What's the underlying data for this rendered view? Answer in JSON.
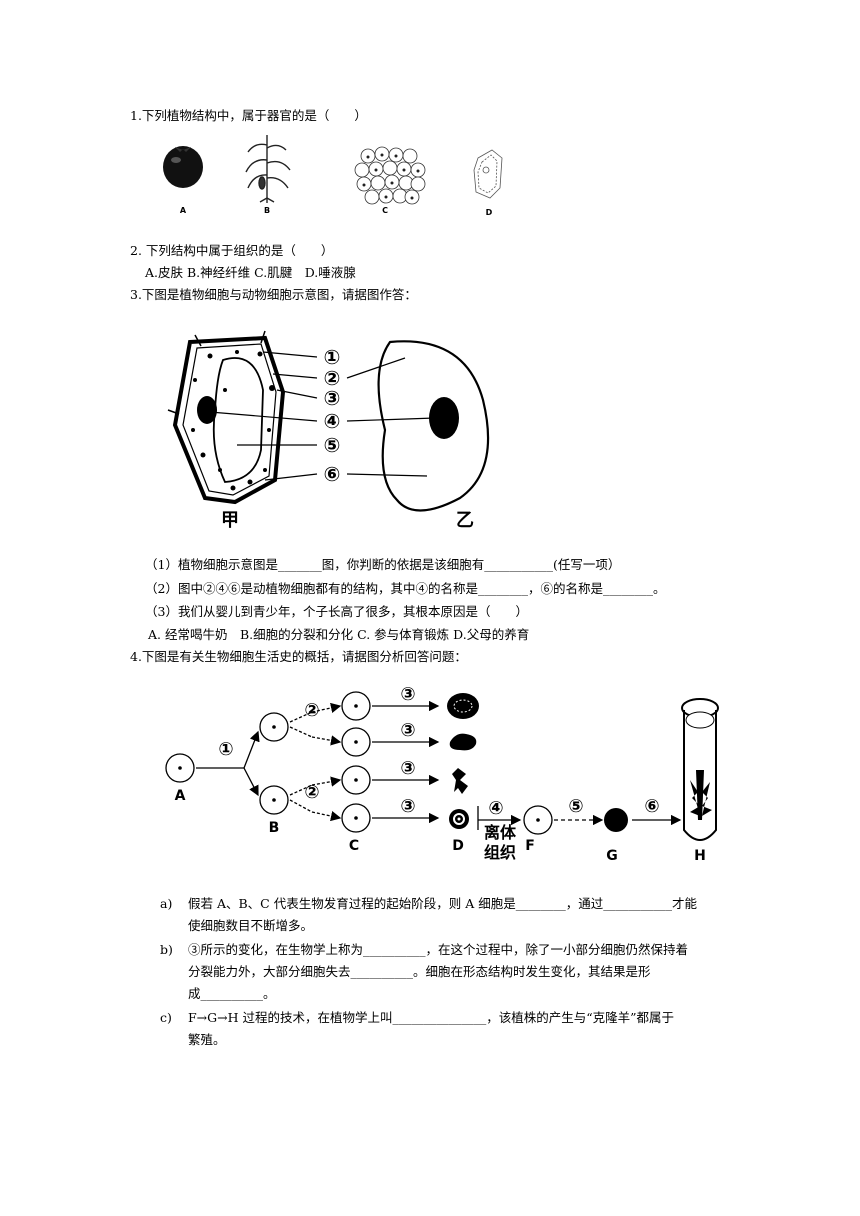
{
  "q1": {
    "text": "1.下列植物结构中，属于器官的是（　　）",
    "labels": [
      "A",
      "B",
      "C",
      "D"
    ]
  },
  "q2": {
    "text": "2. 下列结构中属于组织的是（　　）",
    "options": "A.皮肤 B.神经纤维  C.肌腱　D.唾液腺"
  },
  "q3": {
    "text": "3.下图是植物细胞与动物细胞示意图，请据图作答：",
    "figure": {
      "numbers": [
        "①",
        "②",
        "③",
        "④",
        "⑤",
        "⑥"
      ],
      "left_label": "甲",
      "right_label": "乙"
    },
    "sub1": "（1）植物细胞示意图是_______图，你判断的依据是该细胞有___________(任写一项）",
    "sub2": "（2）图中②④⑥是动植物细胞都有的结构，其中④的名称是________，⑥的名称是________。",
    "sub3": "（3）我们从婴儿到青少年，个子长高了很多，其根本原因是（　　）",
    "options": "A. 经常喝牛奶　B.细胞的分裂和分化  C. 参与体育锻炼  D.父母的养育"
  },
  "q4": {
    "text": "4.下图是有关生物细胞生活史的概括，请据图分析回答问题：",
    "figure": {
      "letters": [
        "A",
        "B",
        "C",
        "D",
        "F",
        "G",
        "H"
      ],
      "step_numbers": [
        "①",
        "②",
        "②",
        "③",
        "③",
        "③",
        "③",
        "④",
        "⑤",
        "⑥"
      ],
      "block_text_1": "离体",
      "block_text_2": "组织"
    },
    "items": [
      {
        "mark": "a)",
        "line1": "假若 A、B、C 代表生物发育过程的起始阶段，则 A 细胞是________，通过___________才能",
        "line2": "使细胞数目不断增多。"
      },
      {
        "mark": "b)",
        "line1": "③所示的变化，在生物学上称为__________，在这个过程中，除了一小部分细胞仍然保持着",
        "line2": "分裂能力外，大部分细胞失去__________。细胞在形态结构时发生变化，其结果是形",
        "line3": "成__________。"
      },
      {
        "mark": "c)",
        "line1": "F→G→H 过程的技术，在植物学上叫_______________，该植株的产生与“克隆羊”都属于",
        "line2": "繁殖。"
      }
    ]
  }
}
